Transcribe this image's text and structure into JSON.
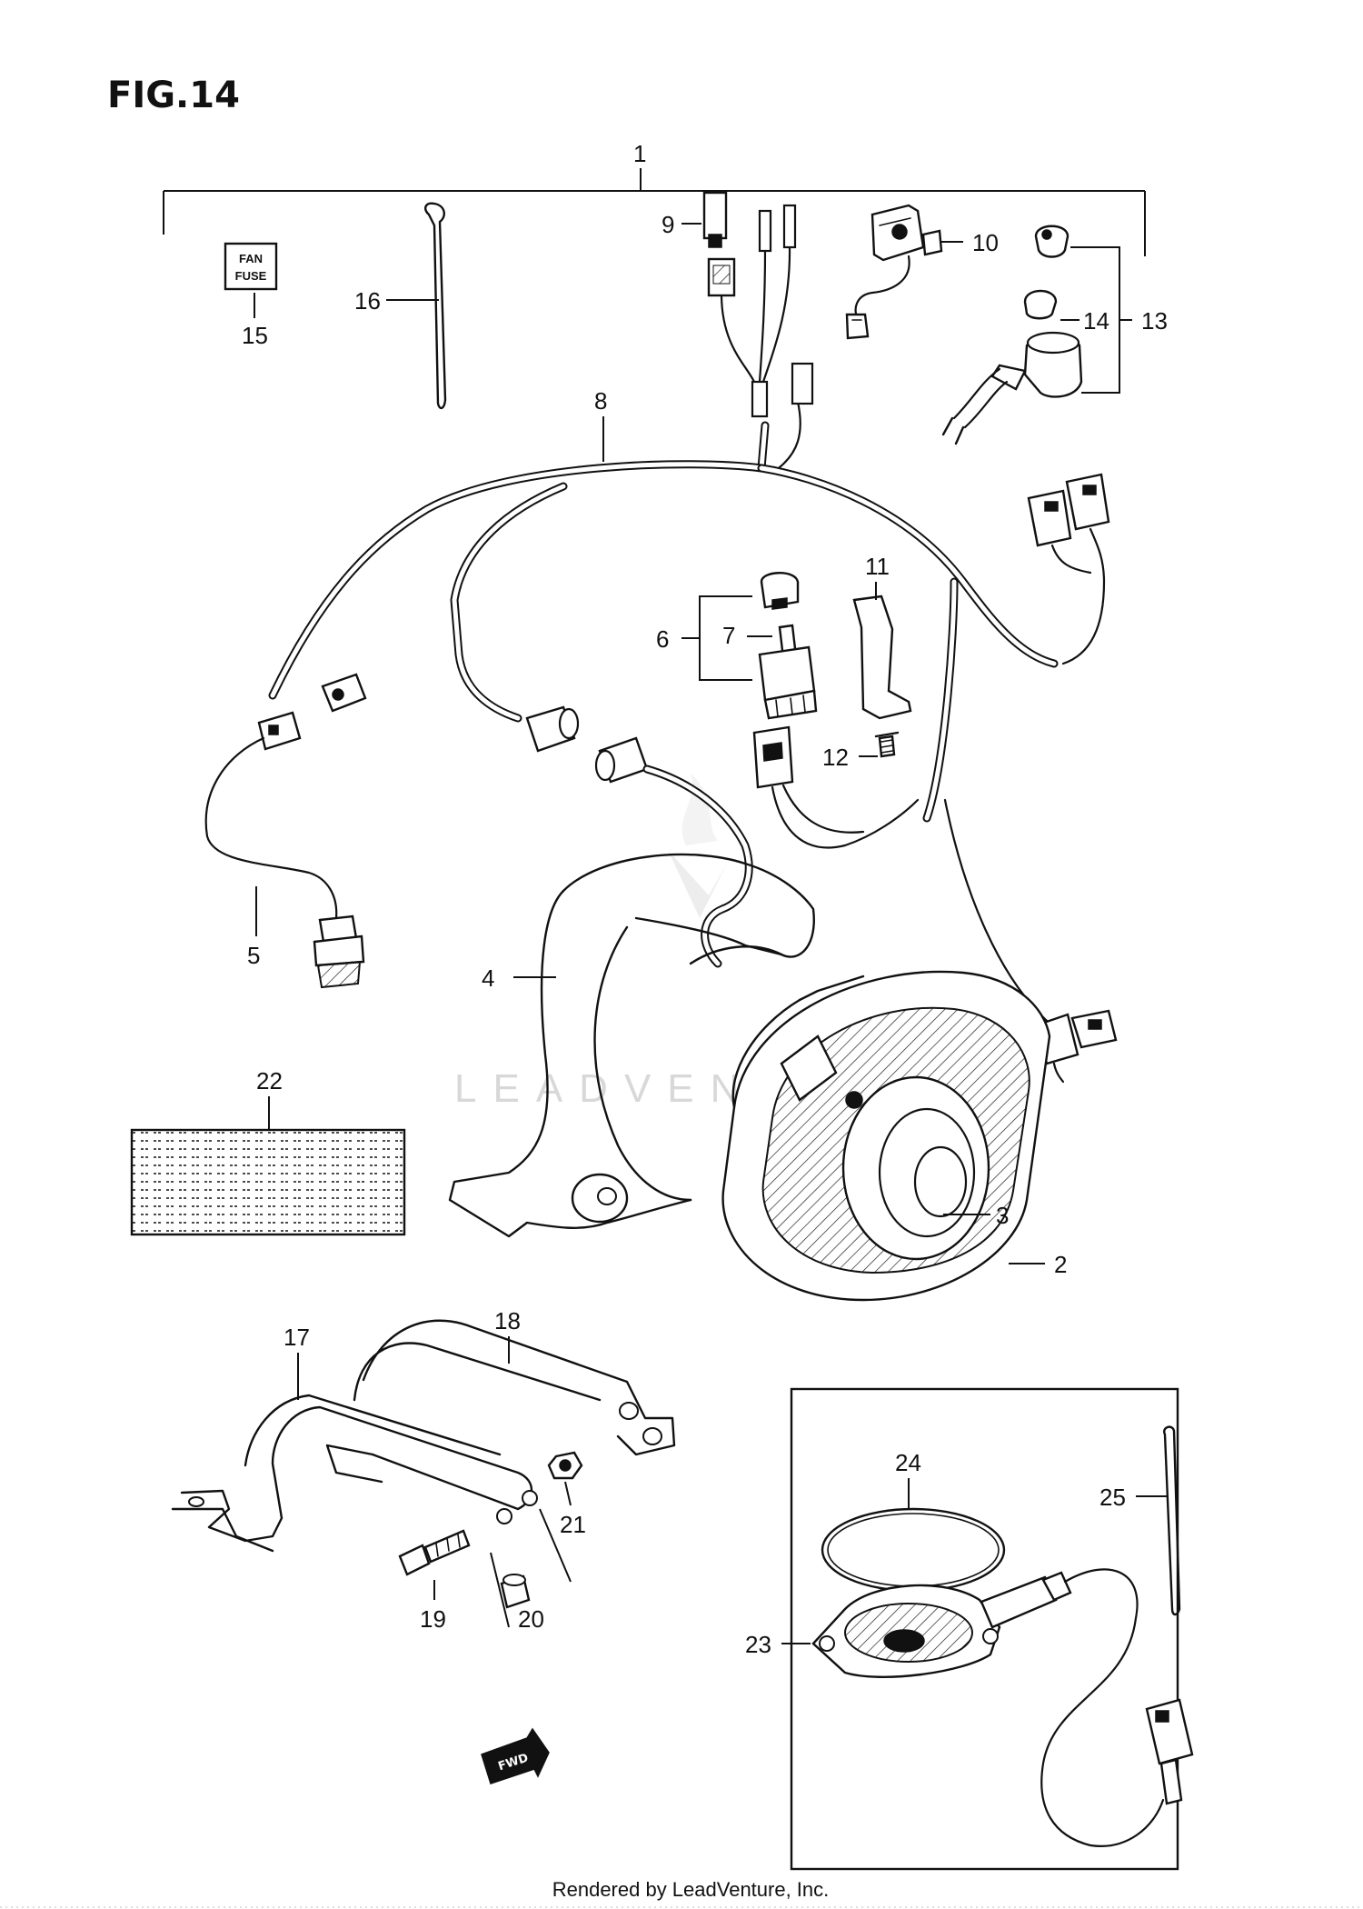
{
  "figure": {
    "title": "FIG.14"
  },
  "callouts": [
    "1",
    "2",
    "3",
    "4",
    "5",
    "6",
    "7",
    "8",
    "9",
    "10",
    "11",
    "12",
    "13",
    "14",
    "15",
    "16",
    "17",
    "18",
    "19",
    "20",
    "21",
    "22",
    "23",
    "24",
    "25"
  ],
  "fuse_label": {
    "line1": "FAN",
    "line2": "FUSE"
  },
  "fwd_arrow_label": "FWD",
  "watermark": "LEADVENTURE",
  "footer": "Rendered by LeadVenture, Inc."
}
